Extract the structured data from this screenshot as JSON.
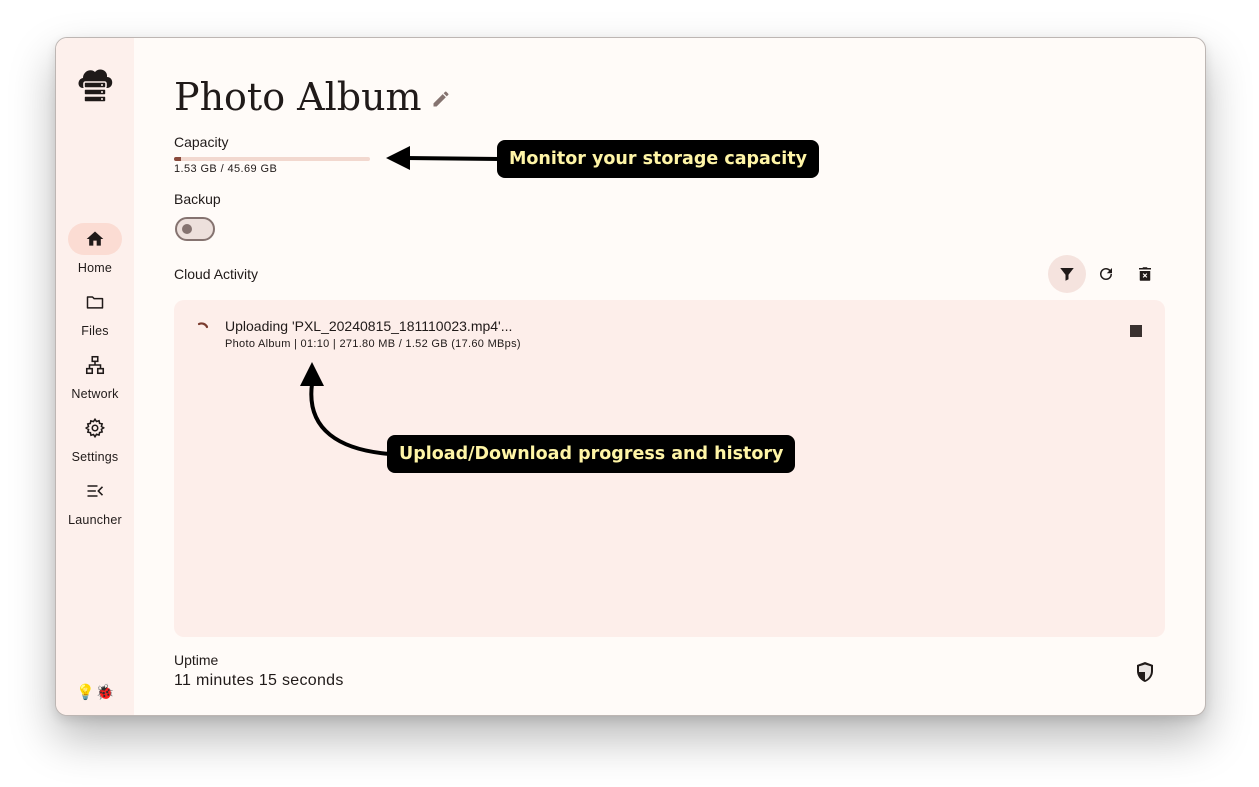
{
  "sidebar": {
    "logo_icon": "cloud-server-icon",
    "items": [
      {
        "label": "Home",
        "icon": "home-icon",
        "active": true
      },
      {
        "label": "Files",
        "icon": "folder-icon",
        "active": false
      },
      {
        "label": "Network",
        "icon": "network-icon",
        "active": false
      },
      {
        "label": "Settings",
        "icon": "gear-icon",
        "active": false
      },
      {
        "label": "Launcher",
        "icon": "launcher-icon",
        "active": false
      }
    ],
    "footer": {
      "bulb": "💡",
      "bug": "🐞"
    }
  },
  "main": {
    "title": "Photo Album",
    "capacity": {
      "label": "Capacity",
      "text": "1.53 GB / 45.69 GB",
      "used_fraction": 0.0335
    },
    "backup": {
      "label": "Backup",
      "enabled": false
    },
    "activity": {
      "label": "Cloud Activity",
      "actions": [
        "filter-icon",
        "refresh-icon",
        "clear-icon"
      ],
      "items": [
        {
          "title": "Uploading 'PXL_20240815_181110023.mp4'...",
          "subtitle": "Photo Album | 01:10 | 271.80 MB / 1.52 GB (17.60 MBps)"
        }
      ]
    },
    "uptime": {
      "label": "Uptime",
      "value": "11 minutes 15 seconds"
    }
  },
  "callouts": {
    "capacity": "Monitor your storage capacity",
    "activity": "Upload/Download progress and history"
  },
  "colors": {
    "accent": "#8a4a3c",
    "panel_bg": "#fdeeea",
    "sidebar_bg": "#fdf0ec",
    "active_pill": "#fbdcd3",
    "callout_bg": "#000000",
    "callout_text": "#fff5a6"
  }
}
